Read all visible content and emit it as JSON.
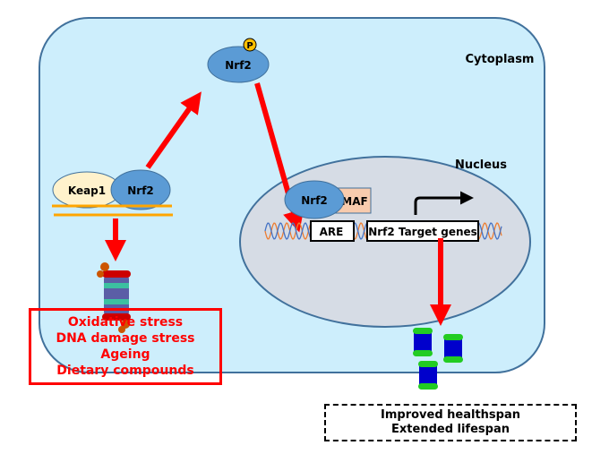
{
  "compartments": {
    "cytoplasm_label": "Cytoplasm",
    "nucleus_label": "Nucleus"
  },
  "proteins": {
    "keap1": "Keap1",
    "nrf2_bound": "Nrf2",
    "nrf2_phospho": "Nrf2",
    "phospho_tag": "P",
    "nrf2_nuclear": "Nrf2",
    "maf": "MAF"
  },
  "dna_elements": {
    "are": "ARE",
    "target_genes": "Nrf2 Target genes"
  },
  "stressors": {
    "items": [
      "Oxidative stress",
      "DNA damage stress",
      "Ageing",
      "Dietary compounds"
    ]
  },
  "outcomes": {
    "items": [
      "Improved healthspan",
      "Extended lifespan"
    ]
  },
  "colors": {
    "cytoplasm_fill": "#cdeefc",
    "cytoplasm_stroke": "#41719c",
    "nucleus_fill": "#d6dce5",
    "nrf2_fill": "#5b9bd5",
    "keap1_fill": "#fff2cc",
    "maf_fill": "#f8cbad",
    "arrow": "#ff0000",
    "membrane": "#ffa500",
    "phospho": "#ffc000"
  }
}
